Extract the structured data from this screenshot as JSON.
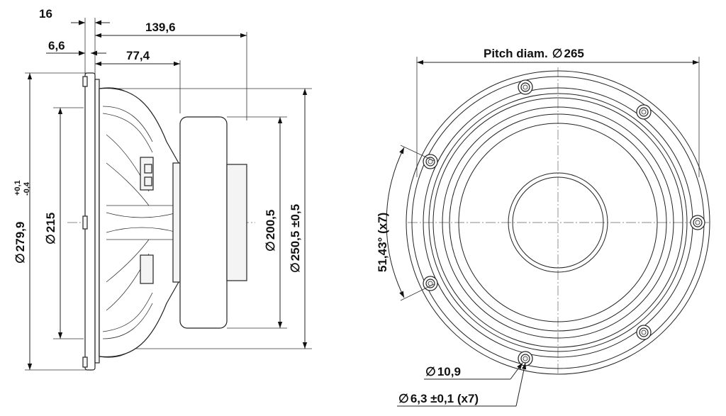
{
  "drawing": {
    "side_view": {
      "depth_total": "139,6",
      "flange_thickness": "16",
      "flange_offset": "6,6",
      "frame_depth": "77,4",
      "outer_diameter": "279,9",
      "outer_diameter_tol_plus": "+0,1",
      "outer_diameter_tol_minus": "-0,4",
      "baffle_cutout": "215",
      "magnet_diameter": "200,5",
      "mounting_diameter": "250,5 ±0,5"
    },
    "front_view": {
      "pitch_diameter_label": "Pitch diam.",
      "pitch_diameter": "265",
      "hole_angle": "51,43° (x7)",
      "counterbore_diameter": "10,9",
      "hole_diameter": "6,3 ±0,1 (x7)"
    },
    "symbols": {
      "diameter": "∅"
    }
  }
}
